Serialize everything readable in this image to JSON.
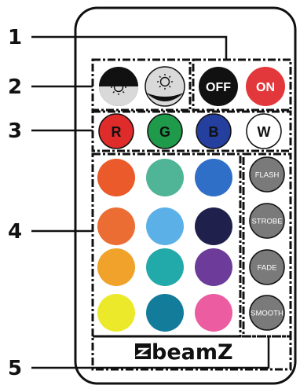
{
  "callouts": [
    {
      "number": "1"
    },
    {
      "number": "2"
    },
    {
      "number": "3"
    },
    {
      "number": "4"
    },
    {
      "number": "5"
    }
  ],
  "power": {
    "off_label": "OFF",
    "on_label": "ON"
  },
  "brightness": {
    "down_icon": "brightness-down-icon",
    "up_icon": "brightness-up-icon"
  },
  "rgbw": [
    {
      "label": "R",
      "color": "#e02b2b",
      "text_color": "#111111"
    },
    {
      "label": "G",
      "color": "#1f9a4a",
      "text_color": "#111111"
    },
    {
      "label": "B",
      "color": "#253f9e",
      "text_color": "#111111"
    },
    {
      "label": "W",
      "color": "#ffffff",
      "text_color": "#111111"
    }
  ],
  "color_grid": [
    [
      "#ea5a2a",
      "#4fb596",
      "#2f6fc7"
    ],
    [
      "#ec6d33",
      "#5bb0e8",
      "#20204c"
    ],
    [
      "#f0a22a",
      "#22a9a9",
      "#6d3c9a"
    ],
    [
      "#ece92a",
      "#127c9a",
      "#ec5ca0"
    ]
  ],
  "effects": [
    {
      "label": "FLASH"
    },
    {
      "label": "STROBE"
    },
    {
      "label": "FADE"
    },
    {
      "label": "SMOOTH"
    }
  ],
  "brand": {
    "text": "beamZ"
  }
}
